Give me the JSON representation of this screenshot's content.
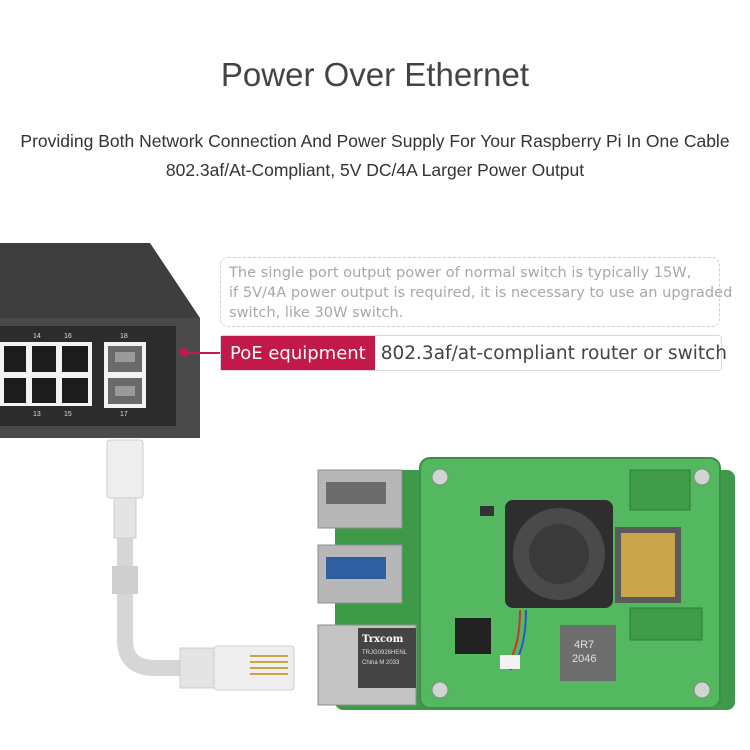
{
  "header": {
    "title": "Power Over Ethernet",
    "subtitle_line1": "Providing Both Network Connection And Power Supply For Your Raspberry Pi In One Cable",
    "subtitle_line2": "802.3af/At-Compliant, 5V DC/4A Larger Power Output"
  },
  "note": {
    "line1": "The single port output power of normal switch is typically 15W,",
    "line2": "if 5V/4A power output is required, it is necessary to use an upgraded",
    "line3": "switch, like 30W switch."
  },
  "poe": {
    "label": "PoE equipment",
    "description": "802.3af/at-compliant router or switch"
  },
  "switch": {
    "port_top": [
      "14",
      "16",
      "18"
    ],
    "port_bottom": [
      "13",
      "15",
      "17"
    ]
  },
  "board": {
    "jack_brand": "Trxcom",
    "jack_model": "TRJG0926HENL",
    "jack_origin": "China M 2033",
    "inductor_code": "4R7",
    "inductor_code2": "2046"
  },
  "colors": {
    "accent": "#c2184a",
    "pcb": "#54b860",
    "switch_body": "#4a4a4a"
  }
}
